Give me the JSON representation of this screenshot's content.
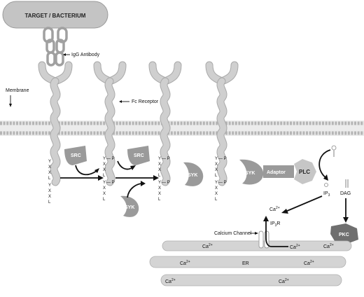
{
  "labels": {
    "target": "TARGET / BACTERIUM",
    "antibody": "IgG Antibody",
    "membrane": "Membrane",
    "fc_receptor": "Fc Receptor",
    "src": "SRC",
    "syk": "SYK",
    "adaptor": "Adaptor",
    "plc": "PLC",
    "ip3": "IP",
    "ip3_sub": "3",
    "dag": "DAG",
    "ip3r": "IP",
    "ip3r_sub": "3",
    "ip3r_suffix": "R",
    "pkc": "PKC",
    "calcium_channel": "Calcium Channel",
    "er": "ER",
    "ca": "Ca",
    "ca_sup": "2+",
    "motif_y": "Y",
    "motif_x": "X",
    "motif_l": "L",
    "phospho": "— P"
  },
  "colors": {
    "receptor": "#cfcfcf",
    "kinase": "#9a9a9a",
    "pkc": "#6f6f6f",
    "membrane": "#bdbdbd",
    "er": "#d4d4d4"
  }
}
